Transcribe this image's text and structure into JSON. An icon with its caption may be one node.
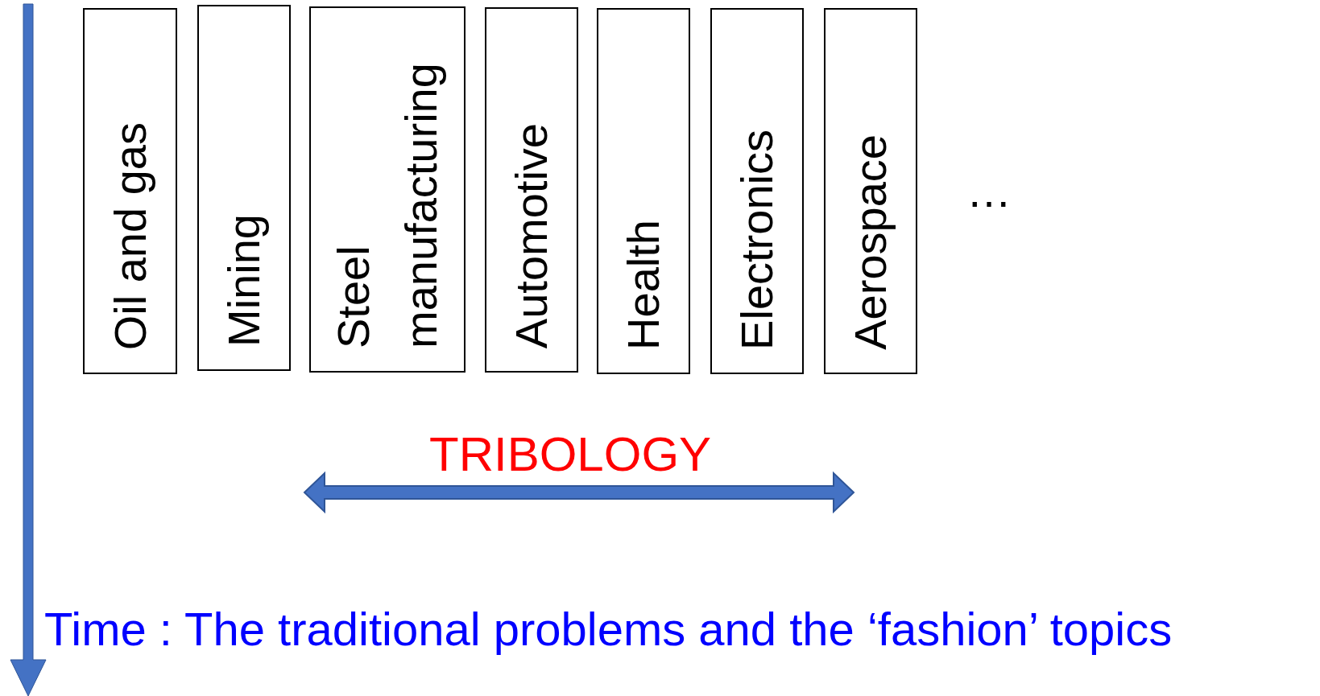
{
  "diagram": {
    "nodes": [
      {
        "text": [
          "Oil and gas"
        ]
      },
      {
        "text": [
          "Mining"
        ]
      },
      {
        "text": [
          "Steel manufacturing"
        ]
      },
      {
        "text": [
          "Automotive"
        ]
      },
      {
        "text": [
          "Health"
        ]
      },
      {
        "text": [
          "Electronics"
        ]
      },
      {
        "text": [
          "Aerospace"
        ]
      }
    ],
    "labels": [
      "…",
      "TRIBOLOGY",
      "Time : The traditional problems and the ‘fashion’ topics"
    ]
  }
}
